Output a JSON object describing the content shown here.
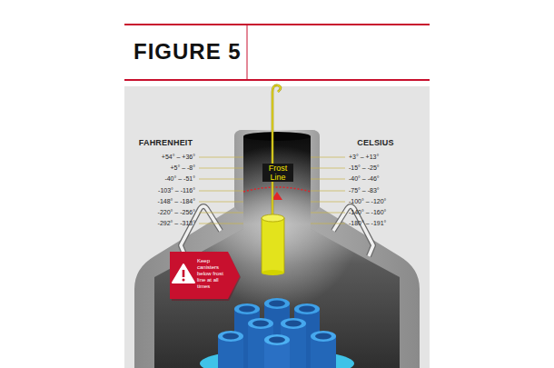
{
  "diagram": {
    "title": "FIGURE 5",
    "nodes": [
      {
        "text": [
          "Keep canisters below frost line at all times"
        ]
      }
    ],
    "labels": [
      "FAHRENHEIT",
      "+54° – +36°",
      "+5° – -8°",
      "-40° – -51°",
      "-103° – -116°",
      "-148° – -184°",
      "-220° – -256°",
      "-292° – -313°",
      "CELSIUS",
      "+3° – +13°",
      "-15° – -25°",
      "-40° – -46°",
      "-75° – -83°",
      "-100° – -120°",
      "-140° – -160°",
      "-180° – -191°",
      "Frost Line"
    ]
  }
}
